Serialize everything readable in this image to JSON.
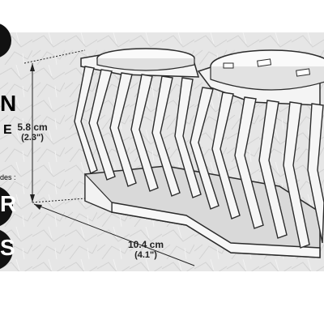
{
  "image": {
    "description_visible_text_only": true
  },
  "dimensions": {
    "height_primary": "5.8 cm",
    "height_secondary": "(2.3\")",
    "width_primary": "10.4 cm",
    "width_secondary": "(4.1\")"
  },
  "side_text": {
    "letter_1": "N",
    "letter_2": "E",
    "fragment": "des :",
    "letter_3": "R",
    "letter_4": "S"
  },
  "colors": {
    "background": "#ffffff",
    "paper": "#e4e4e4",
    "model_face": "#f4f4f4",
    "model_stroke": "#2b2b2b",
    "badge_dark": "#111111"
  }
}
